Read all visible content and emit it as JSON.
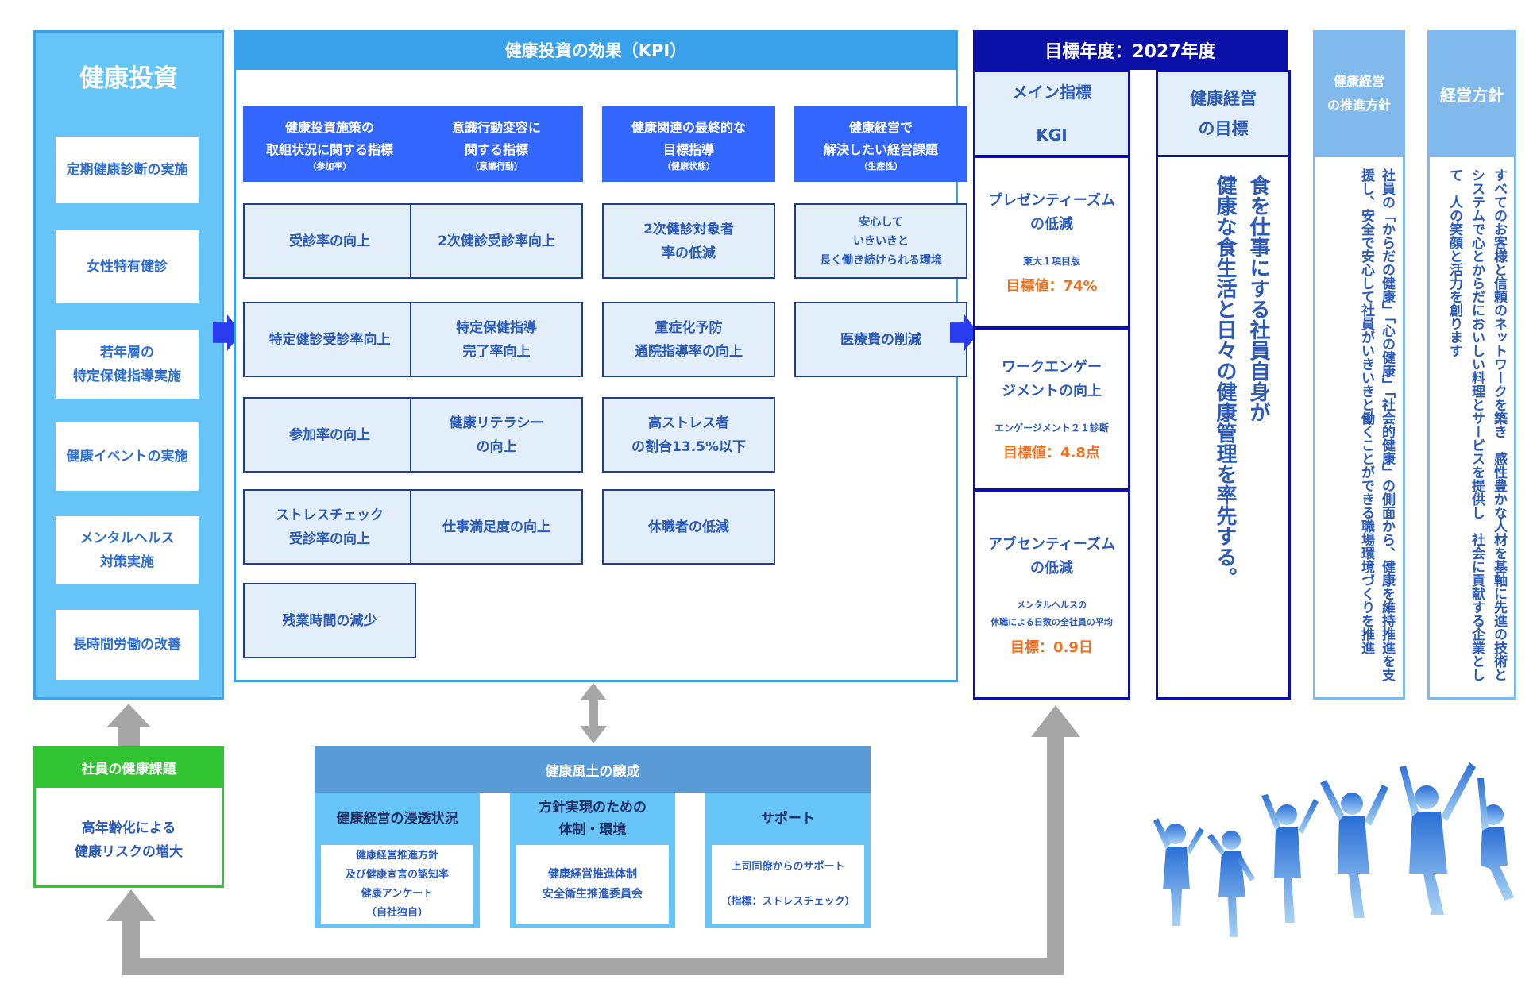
{
  "investment": {
    "title": "健康投資",
    "items": [
      "定期健康診断の実施",
      "女性特有健診",
      "若年層の\n特定保健指導実施",
      "健康イベントの実施",
      "メンタルヘルス\n対策実施",
      "長時間労働の改善"
    ]
  },
  "kpi": {
    "title": "健康投資の効果（KPI）",
    "headers": [
      {
        "label": "健康投資施策の\n取組状況に関する指標",
        "sub": "（参加率）"
      },
      {
        "label": "意識行動変容に\n関する指標",
        "sub": "（意識行動）"
      },
      {
        "label": "健康関連の最終的な\n目標指導",
        "sub": "（健康状態）"
      },
      {
        "label": "健康経営で\n解決したい経営課題",
        "sub": "（生産性）"
      }
    ],
    "columns": [
      [
        "受診率の向上",
        "特定健診受診率向上",
        "参加率の向上",
        "ストレスチェック\n受診率の向上",
        "残業時間の減少"
      ],
      [
        "2次健診受診率向上",
        "特定保健指導\n完了率向上",
        "健康リテラシー\nの向上",
        "仕事満足度の向上"
      ],
      [
        "2次健診対象者\n率の低減",
        "重症化予防\n通院指導率の向上",
        "高ストレス者\nの割合13.5%以下",
        "休職者の低減"
      ],
      [
        "安心して\nいきいきと\n長く働き続けられる環境",
        "医療費の削減"
      ]
    ]
  },
  "target": {
    "title": "目標年度：2027年度",
    "kgi_head": "メイン指標\nKGI",
    "kgi": [
      {
        "main": "プレゼンティーズム\nの低減",
        "source": "東大１項目版",
        "value": "目標値：74%"
      },
      {
        "main": "ワークエンゲー\nジメントの向上",
        "source": "エンゲージメント２１診断",
        "value": "目標値：4.8点"
      },
      {
        "main": "アブセンティーズム\nの低減",
        "source": "メンタルヘルスの\n休職による日数の全社員の平均",
        "value": "目標：0.9日"
      }
    ],
    "goal_head": "健康経営\nの目標",
    "goal_text": "食を仕事にする社員自身が\n健康な食生活と日々の健康管理を率先する。"
  },
  "policy": {
    "head": "健康経営\nの推進方針",
    "text": "社員の「からだの健康」「心の健康」「社会的健康」の側面から、健康を維持推進を支援し、安全で安心して社員がいきいきと働くことができる職場環境づくりを推進"
  },
  "management": {
    "head": "経営方針",
    "text": "すべてのお客様と信頼のネットワークを築き　感性豊かな人材を基軸に先進の技術とシステムで心とからだにおいしい料理とサービスを提供し　社会に貢献する企業として　人の笑顔と活力を創ります"
  },
  "issue": {
    "head": "社員の健康課題",
    "text": "高年齢化による\n健康リスクの増大"
  },
  "culture": {
    "head": "健康風土の醸成",
    "cols": [
      {
        "title": "健康経営の浸透状況",
        "body": "健康経営推進方針\n及び健康宣言の認知率\n健康アンケート\n（自社独自）"
      },
      {
        "title": "方針実現のための\n体制・環境",
        "body": "健康経営推進体制\n安全衛生推進委員会"
      },
      {
        "title": "サポート",
        "body": "上司同僚からのサポート\n\n（指標：ストレスチェック）"
      }
    ]
  },
  "colors": {
    "accent": "#3aa2ea",
    "heading_blue": "#3366ff",
    "navy": "#0b11a6",
    "green": "#33c433",
    "orange": "#f07020"
  }
}
